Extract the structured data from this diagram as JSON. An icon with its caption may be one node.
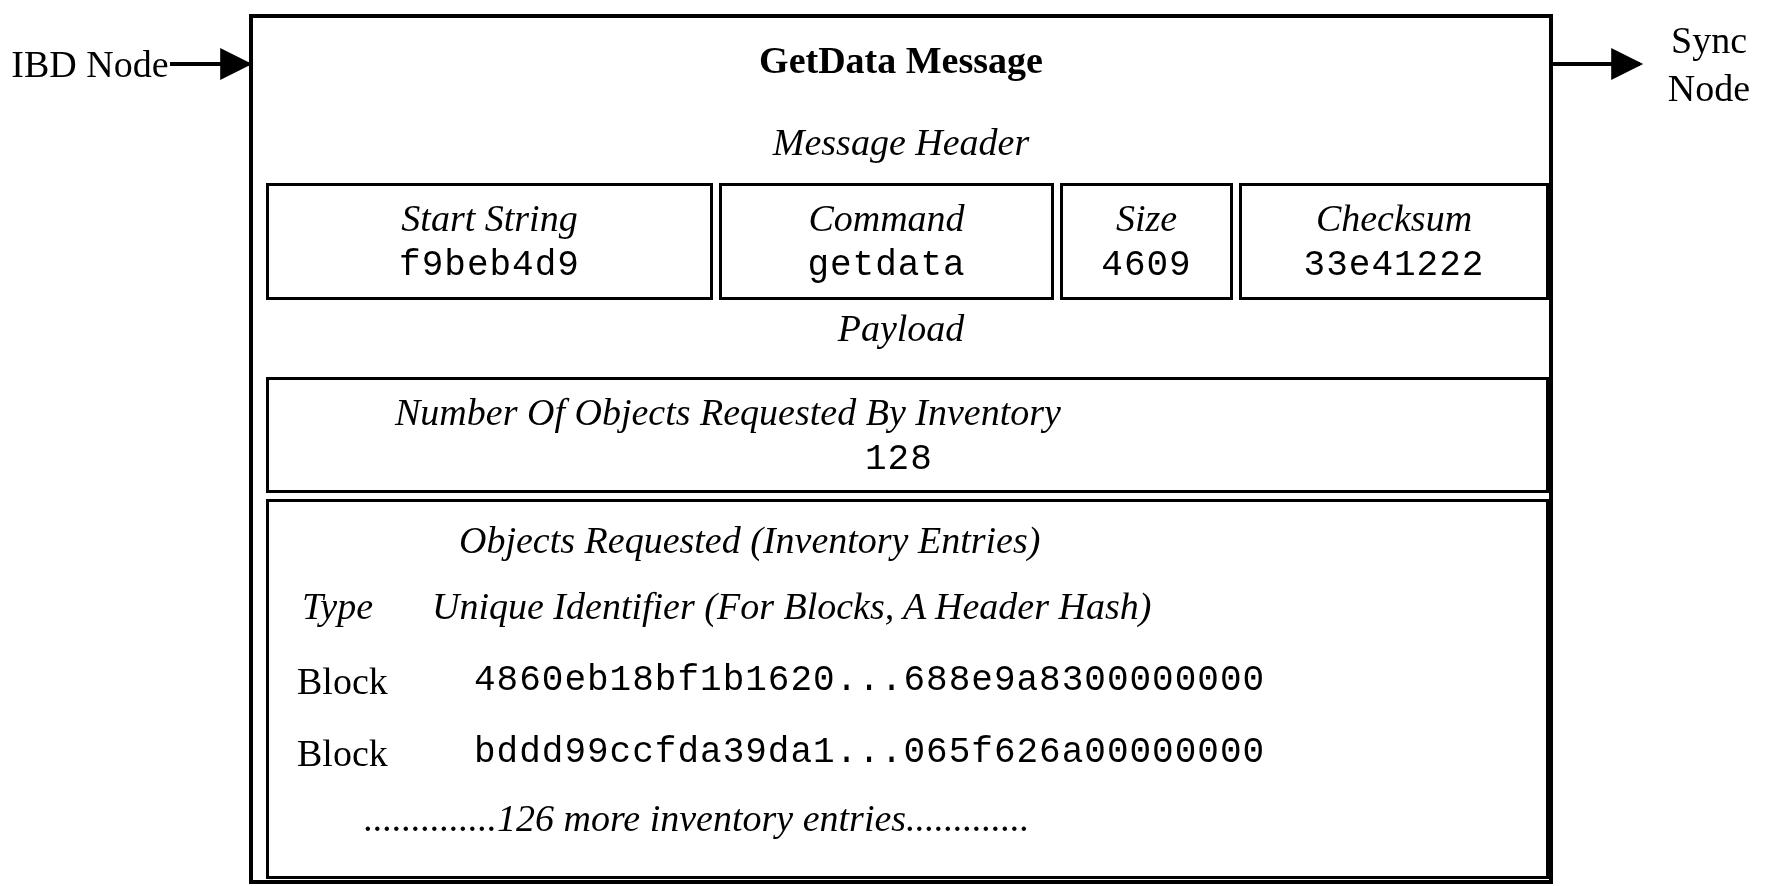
{
  "diagram": {
    "nodes": [
      {
        "text": [
          "IBD Node"
        ]
      },
      {
        "text": [
          "GetData Message"
        ]
      },
      {
        "text": [
          "Start String",
          "f9beb4d9"
        ],
        "in": 1
      },
      {
        "text": [
          "Command",
          "getdata"
        ],
        "in": 1
      },
      {
        "text": [
          "Size",
          "4609"
        ],
        "in": 1
      },
      {
        "text": [
          "Checksum",
          "33e41222"
        ],
        "in": 1
      },
      {
        "text": [
          "Number Of Objects Requested By Inventory",
          "128"
        ],
        "in": 1
      },
      {
        "text": [
          "Objects Requested (Inventory Entries)"
        ],
        "in": 1
      },
      {
        "text": [
          "Sync Node"
        ]
      }
    ],
    "edges": [
      {
        "from": 0,
        "to": 1,
        "arrow": "to"
      },
      {
        "from": 1,
        "to": 8,
        "arrow": "to"
      }
    ],
    "labels": [
      "Message Header",
      "Payload",
      "Type",
      "Unique Identifier (For Blocks, A Header Hash)",
      "Block",
      "4860eb18bf1b1620...688e9a8300000000",
      "Block",
      "bddd99ccfda39da1...065f626a00000000",
      "..............126 more inventory entries............."
    ]
  }
}
